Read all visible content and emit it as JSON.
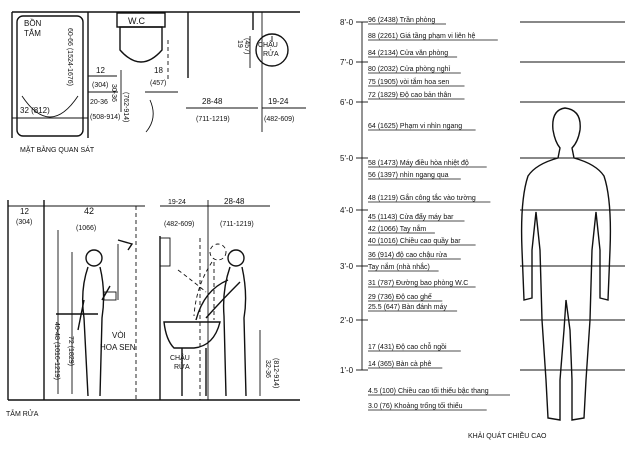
{
  "plan": {
    "caption": "MẶT BẰNG QUAN SÁT",
    "tub_label_1": "BỒN",
    "tub_label_2": "TẮM",
    "tub_dim": "60-66 (1524-1676)",
    "tub_width": "32 (812)",
    "wc_label": "W.C",
    "basin_label_1": "CHẬU",
    "basin_label_2": "RỬA",
    "dim_12": "12",
    "dim_12_mm": "(304)",
    "dim_18": "18",
    "dim_18_mm": "(457)",
    "dim_19": "19",
    "dim_19_mm": "(457)",
    "dim_30_36": "30-36",
    "dim_20_36": "20-36",
    "dim_20_36_mm": "(508-914)",
    "dim_28_48": "28-48",
    "dim_28_48_mm": "(711-1219)",
    "dim_19_24": "19-24",
    "dim_19_24_mm": "(482-609)",
    "dim_side": "(762-914)"
  },
  "elevation": {
    "caption": "TẮM RỬA",
    "shower_label_1": "VÒI",
    "shower_label_2": "HOA SEN",
    "basin_label_1": "CHẬU",
    "basin_label_2": "RỬA",
    "dim_12": "12",
    "dim_12_mm": "(304)",
    "dim_42": "42",
    "dim_42_mm": "(1066)",
    "dim_19_24": "19-24",
    "dim_19_24_mm": "(482-609)",
    "dim_28_48": "28-48",
    "dim_28_48_mm": "(711-1219)",
    "dim_72": "72 (1829)",
    "dim_40_48": "40-48 (1016-1219)",
    "dim_32_36": "32-36",
    "dim_32_36_mm": "(812-914)"
  },
  "scale": {
    "caption": "KHẢI QUÁT CHIỀU CAO",
    "feet": [
      "8'-0",
      "7'-0",
      "6'-0",
      "5'-0",
      "4'-0",
      "3'-0",
      "2'-0",
      "1'-0"
    ],
    "entries": [
      {
        "num": "96",
        "mm": "(2438)",
        "text": "Trần phòng"
      },
      {
        "num": "88",
        "mm": "(2261)",
        "text": "Giá tầng phạm vi liên hệ"
      },
      {
        "num": "84",
        "mm": "(2134)",
        "text": "Cửa văn phòng"
      },
      {
        "num": "80",
        "mm": "(2032)",
        "text": "Cửa phòng nghỉ"
      },
      {
        "num": "75",
        "mm": "(1905)",
        "text": "vòi tắm hoa sen"
      },
      {
        "num": "72",
        "mm": "(1829)",
        "text": "Độ cao bản thân"
      },
      {
        "num": "64",
        "mm": "(1625)",
        "text": "Phạm vi nhìn ngang"
      },
      {
        "num": "58",
        "mm": "(1473)",
        "text": "Máy điều hòa nhiệt độ"
      },
      {
        "num": "56",
        "mm": "(1397)",
        "text": "nhìn ngang qua"
      },
      {
        "num": "48",
        "mm": "(1219)",
        "text": "Gắn công tắc vào tường"
      },
      {
        "num": "45",
        "mm": "(1143)",
        "text": "Cửa đẩy máy bar"
      },
      {
        "num": "42",
        "mm": "(1066)",
        "text": "Tay nắm"
      },
      {
        "num": "40",
        "mm": "(1016)",
        "text": "Chiều cao quầy bar"
      },
      {
        "num": "36",
        "mm": "(914)",
        "text": "độ cao chậu rửa"
      },
      {
        "num": "",
        "mm": "",
        "text": "Tay nắm (nhà nhắc)"
      },
      {
        "num": "31",
        "mm": "(787)",
        "text": "Đường bao phòng W.C"
      },
      {
        "num": "29",
        "mm": "(736)",
        "text": "Độ cao ghế"
      },
      {
        "num": "25.5",
        "mm": "(647)",
        "text": "Bàn đánh máy"
      },
      {
        "num": "17",
        "mm": "(431)",
        "text": "Độ cao chỗ ngồi"
      },
      {
        "num": "14",
        "mm": "(365)",
        "text": "Bàn cà phê"
      },
      {
        "num": "4.5",
        "mm": "(100)",
        "text": "Chiều cao tối thiểu bậc thang"
      },
      {
        "num": "3.0",
        "mm": "(76)",
        "text": "Khoảng trống tối thiểu"
      }
    ]
  }
}
